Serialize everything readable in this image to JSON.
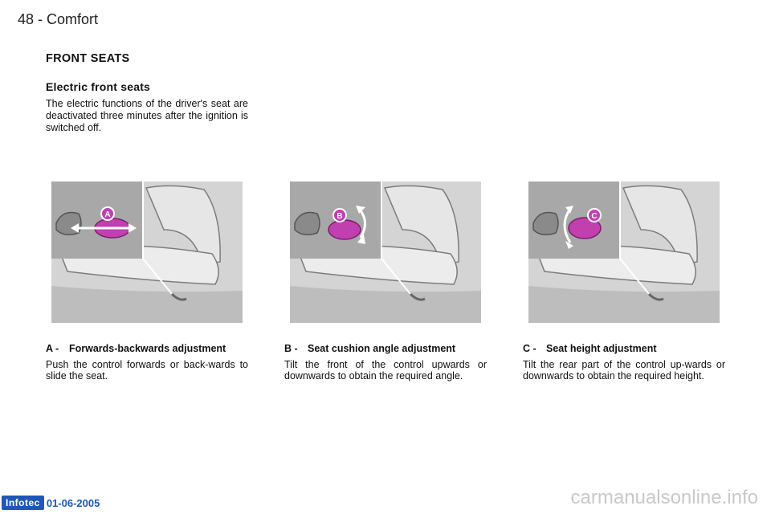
{
  "header": {
    "page_label": "48 - Comfort"
  },
  "section": {
    "title": "FRONT SEATS"
  },
  "intro": {
    "title": "Electric front seats",
    "body": "The electric functions of the driver's seat are deactivated three minutes after the ignition is switched off."
  },
  "figures": [
    {
      "badge": "A",
      "arrows": "horizontal"
    },
    {
      "badge": "B",
      "arrows": "curved"
    },
    {
      "badge": "C",
      "arrows": "curved"
    }
  ],
  "captions": [
    {
      "letter": "A -",
      "title": "Forwards-backwards adjustment",
      "body": "Push the control forwards or back-wards to slide the seat."
    },
    {
      "letter": "B -",
      "title": "Seat cushion angle adjustment",
      "body": "Tilt the front of the control upwards or downwards to obtain the required angle."
    },
    {
      "letter": "C -",
      "title": "Seat height adjustment",
      "body": "Tilt the rear part of the control up-wards or downwards to obtain the required height."
    }
  ],
  "footer": {
    "logo": "Infotec",
    "date": "01-06-2005"
  },
  "watermark": {
    "text": "carmanualsonline.info"
  },
  "colors": {
    "control_highlight": "#c23fb0",
    "logo_blue": "#1f57b8"
  }
}
